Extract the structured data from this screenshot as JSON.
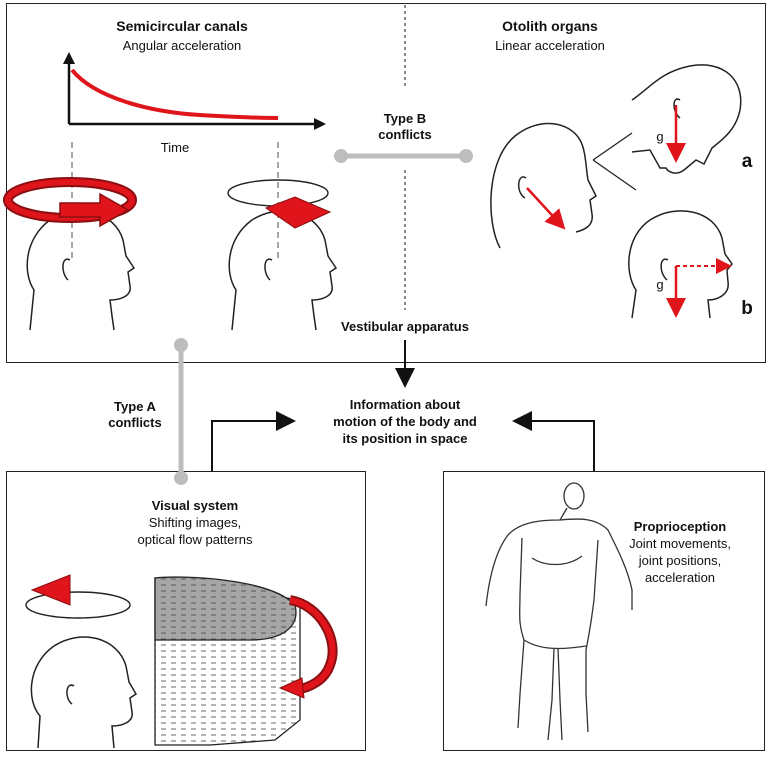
{
  "vestibular": {
    "semicircular_title": "Semicircular canals",
    "semicircular_sub": "Angular acceleration",
    "time_label": "Time",
    "otolith_title": "Otolith organs",
    "otolith_sub": "Linear acceleration",
    "type_b_line1": "Type B",
    "type_b_line2": "conflicts",
    "apparatus_label": "Vestibular apparatus",
    "g_label_a": "g",
    "g_label_b": "g",
    "panel_a": "a",
    "panel_b": "b"
  },
  "center": {
    "line1": "Information about",
    "line2": "motion of the body and",
    "line3": "its position in space"
  },
  "type_a": {
    "line1": "Type A",
    "line2": "conflicts"
  },
  "visual": {
    "title": "Visual system",
    "line1": "Shifting images,",
    "line2": "optical flow patterns"
  },
  "proprio": {
    "title": "Proprioception",
    "line1": "Joint movements,",
    "line2": "joint positions,",
    "line3": "acceleration"
  },
  "colors": {
    "arrow_red": "#e0141b",
    "arrow_dark": "#8b0e10",
    "connector_gray": "#bdbdbd",
    "curve_red": "#e0141b"
  }
}
